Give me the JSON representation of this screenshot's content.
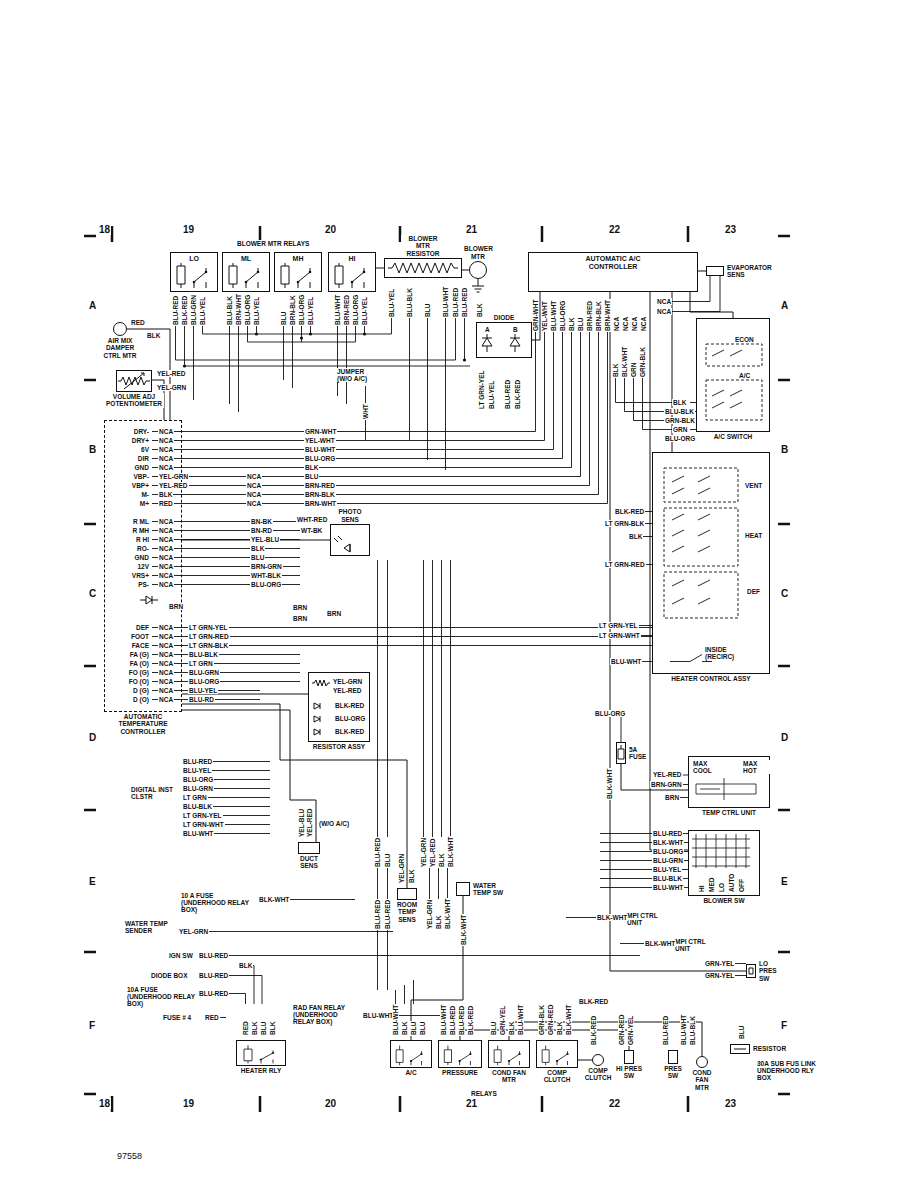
{
  "diagram": {
    "nodes": [
      {
        "text": [
          "LO"
        ]
      },
      {
        "text": [
          "ML"
        ]
      },
      {
        "text": [
          "MH"
        ]
      },
      {
        "text": [
          "HI"
        ]
      },
      {
        "text": [
          "BLOWER MTR RESISTOR"
        ]
      },
      {
        "text": [
          "BLOWER MTR"
        ]
      },
      {
        "text": [
          "AUTOMATIC A/C CONTROLLER"
        ]
      },
      {
        "text": [
          "EVAPORATOR SENS"
        ]
      },
      {
        "text": [
          "AIR MIX DAMPER CTRL MTR"
        ]
      },
      {
        "text": [
          "VOLUME ADJ POTENTIOMETER"
        ]
      },
      {
        "text": [
          "DIODE"
        ]
      },
      {
        "text": [
          "A/C SWITCH"
        ]
      },
      {
        "text": [
          "AUTOMATIC TEMPERATURE CONTROLLER"
        ]
      },
      {
        "text": [
          "PHOTO SENS"
        ]
      },
      {
        "text": [
          "HEATER CONTROL ASSY"
        ]
      },
      {
        "text": [
          "RESISTOR ASSY"
        ]
      },
      {
        "text": [
          "5A FUSE"
        ]
      },
      {
        "text": [
          "TEMP CTRL UNIT"
        ]
      },
      {
        "text": [
          "DUCT SENS"
        ]
      },
      {
        "text": [
          "WATER TEMP SW"
        ]
      },
      {
        "text": [
          "ROOM TEMP SENS"
        ]
      },
      {
        "text": [
          "BLOWER SW"
        ]
      },
      {
        "text": [
          "LO PRES SW"
        ]
      },
      {
        "text": [
          "HEATER RLY"
        ]
      },
      {
        "text": [
          "A/C"
        ]
      },
      {
        "text": [
          "PRESSURE"
        ]
      },
      {
        "text": [
          "COND FAN MTR"
        ]
      },
      {
        "text": [
          "COMP CLUTCH"
        ]
      },
      {
        "text": [
          "COMP CLUTCH"
        ]
      },
      {
        "text": [
          "HI PRES SW"
        ]
      },
      {
        "text": [
          "PRES SW"
        ]
      },
      {
        "text": [
          "COND FAN MTR"
        ]
      },
      {
        "text": [
          "RESISTOR"
        ]
      }
    ],
    "edges": [
      {
        "from": 3,
        "to": 4,
        "arrow": "none"
      },
      {
        "from": 4,
        "to": 5,
        "arrow": "none"
      },
      {
        "from": 6,
        "to": 7,
        "arrow": "none"
      },
      {
        "from": 6,
        "to": 11,
        "arrow": "none"
      },
      {
        "from": 8,
        "to": 12,
        "arrow": "none"
      },
      {
        "from": 9,
        "to": 12,
        "arrow": "none"
      },
      {
        "from": 13,
        "to": 12,
        "arrow": "none"
      },
      {
        "from": 15,
        "to": 12,
        "arrow": "none"
      },
      {
        "from": 14,
        "to": 6,
        "arrow": "none"
      },
      {
        "from": 16,
        "to": 17,
        "arrow": "none"
      },
      {
        "from": 21,
        "to": 6,
        "arrow": "none"
      },
      {
        "from": 28,
        "to": 27,
        "arrow": "none"
      },
      {
        "from": 29,
        "to": 25,
        "arrow": "none"
      },
      {
        "from": 31,
        "to": 26,
        "arrow": "none"
      },
      {
        "from": 22,
        "to": 6,
        "arrow": "none"
      },
      {
        "from": 19,
        "to": 24,
        "arrow": "none"
      },
      {
        "from": 20,
        "to": 12,
        "arrow": "none"
      },
      {
        "from": 18,
        "to": 12,
        "arrow": "none"
      },
      {
        "from": 10,
        "to": 6,
        "arrow": "none"
      }
    ],
    "labels": [
      "18",
      "19",
      "20",
      "21",
      "22",
      "23",
      "18",
      "19",
      "20",
      "21",
      "22",
      "23",
      "A",
      "B",
      "C",
      "D",
      "E",
      "F",
      "A",
      "B",
      "C",
      "D",
      "E",
      "F",
      "BLOWER MTR RELAYS",
      "BLU-RED",
      "BLK-RED",
      "BLU-GRN",
      "BLU-YEL",
      "BLU-BLK",
      "BRN-WHT",
      "BLU-ORG",
      "BLU-YEL",
      "BLU",
      "BRN-BLK",
      "BLU-ORG",
      "BLU-YEL",
      "BLU-WHT",
      "BRN-RED",
      "BLU-ORG",
      "BLU-YEL",
      "BLU-YEL",
      "BLU-BLK",
      "BLU",
      "BLU-WHT",
      "BLU-RED",
      "BLU-RED",
      "BLK",
      "GRN-WHT",
      "YEL-WHT",
      "BLU-WHT",
      "BLU-ORG",
      "BLK",
      "BLU",
      "BRN-RED",
      "BRN-BLK",
      "BRN-WHT",
      "NCA",
      "NCA",
      "NCA",
      "NCA",
      "NCA",
      "NCA",
      "RED",
      "BLK",
      "YEL-RED",
      "YEL-GRN",
      "JUMPER (W/O A/C)",
      "WHT",
      "A",
      "B",
      "LT GRN-YEL",
      "BLU-YEL",
      "BLU-RED",
      "BLK-RED",
      "BLK",
      "BLK-WHT",
      "GRN",
      "GRN-BLK",
      "BLK",
      "BLU-BLK",
      "GRN-BLK",
      "GRN",
      "BLU-ORG",
      "ECON",
      "A/C",
      "DRY-",
      "DRY+",
      "6V",
      "DIR",
      "GND",
      "VBP-",
      "VBP+",
      "M-",
      "M+",
      "NCA",
      "NCA",
      "NCA",
      "NCA",
      "NCA",
      "YEL-GRN",
      "YEL-RED",
      "BLK",
      "RED",
      "NCA",
      "NCA",
      "NCA",
      "NCA",
      "GRN-WHT",
      "YEL-WHT",
      "BLU-WHT",
      "BLU-ORG",
      "BLK",
      "BLU",
      "BRN-RED",
      "BRN-BLK",
      "BRN-WHT",
      "R ML",
      "R MH",
      "R HI",
      "RO-",
      "GND",
      "12V",
      "VRS+",
      "PS-",
      "NCA",
      "NCA",
      "NCA",
      "NCA",
      "NCA",
      "NCA",
      "NCA",
      "NCA",
      "BN-BK",
      "BN-RD",
      "YEL-BLU",
      "BLK",
      "BLU",
      "BRN-GRN",
      "WHT-BLK",
      "BLU-ORG",
      "WHT-RED",
      "WT-BK",
      "BRN",
      "BRN",
      "BRN",
      "BRN",
      "DEF",
      "FOOT",
      "FACE",
      "FA (G)",
      "FA (O)",
      "FO (G)",
      "FO (O)",
      "D (G)",
      "D (O)",
      "NCA",
      "NCA",
      "NCA",
      "NCA",
      "NCA",
      "NCA",
      "NCA",
      "NCA",
      "NCA",
      "LT GRN-YEL",
      "LT GRN-RED",
      "LT GRN-BLK",
      "BLU-BLK",
      "LT GRN",
      "BLU-GRN",
      "BLU-ORG",
      "BLU-YEL",
      "BLU-RD",
      "YEL-GRN",
      "YEL-RED",
      "BLK-RED",
      "BLU-ORG",
      "BLK-RED",
      "BLK-RED",
      "LT GRN-BLK",
      "BLK",
      "LT GRN-RED",
      "LT GRN-YEL",
      "LT GRN-WHT",
      "BLU-WHT",
      "VENT",
      "HEAT",
      "DEF",
      "INSIDE (RECIRC)",
      "BLU-ORG",
      "BLK-WHT",
      "MAX COOL",
      "MAX HOT",
      "YEL-RED",
      "BRN-GRN",
      "BRN",
      "DIGITAL INST CLSTR",
      "BLU-RED",
      "BLU-YEL",
      "BLU-ORG",
      "BLU-GRN",
      "LT GRN",
      "BLU-BLK",
      "LT GRN-YEL",
      "LT GRN-WHT",
      "BLU-WHT",
      "(W/O A/C)",
      "BLU-RED",
      "BLK-WHT",
      "BLU-ORG",
      "BLU-GRN",
      "BLU-YEL",
      "BLU-BLK",
      "BLU-WHT",
      "HI",
      "MED",
      "LO",
      "AUTO",
      "OFF",
      "YEL-BLU",
      "YEL-RED",
      "BLU-RED",
      "BLU",
      "YEL-GRN",
      "YEL-RED",
      "BLK",
      "BLK-WHT",
      "YEL-GRN",
      "BLK",
      "BLU-RED",
      "BLU-RED",
      "YEL-GRN",
      "BLK",
      "BLK-WHT",
      "BLK-WHT",
      "10 A FUSE (UNDERHOOD RELAY BOX)",
      "BLK-WHT",
      "WATER TEMP SENDER",
      "YEL-GRN",
      "IGN SW",
      "BLU-RED",
      "BLK",
      "DIODE BOX",
      "BLU-RED",
      "10A FUSE (UNDERHOOD RELAY BOX)",
      "BLU-RED",
      "FUSE # 4",
      "RED",
      "RAD FAN RELAY (UNDERHOOD RELAY BOX)",
      "BLU-WHT",
      "MPI CTRL UNIT",
      "BLK-WHT",
      "MPI CTRL UNIT",
      "BLK-WHT",
      "GRN-YEL",
      "GRN-YEL",
      "BLK-RED",
      "RED",
      "BLK",
      "BLU",
      "BLK",
      "BLU-WHT",
      "BLK",
      "BLU",
      "BLU",
      "BLU-WHT",
      "BLU-RED",
      "BLU-RED",
      "BLK-RED",
      "BLU",
      "GRN-YEL",
      "BLK",
      "BLU-WHT",
      "GRN-BLK",
      "GRN-RED",
      "BLK",
      "BLK-WHT",
      "BLK-RED",
      "GRN-RED",
      "GRN-YEL",
      "BLU-RED",
      "BLU-WHT",
      "BLU-BLK",
      "BLU",
      "RELAYS",
      "30A SUB FUS LINK UNDERHOOD RLY BOX",
      "97558"
    ]
  }
}
